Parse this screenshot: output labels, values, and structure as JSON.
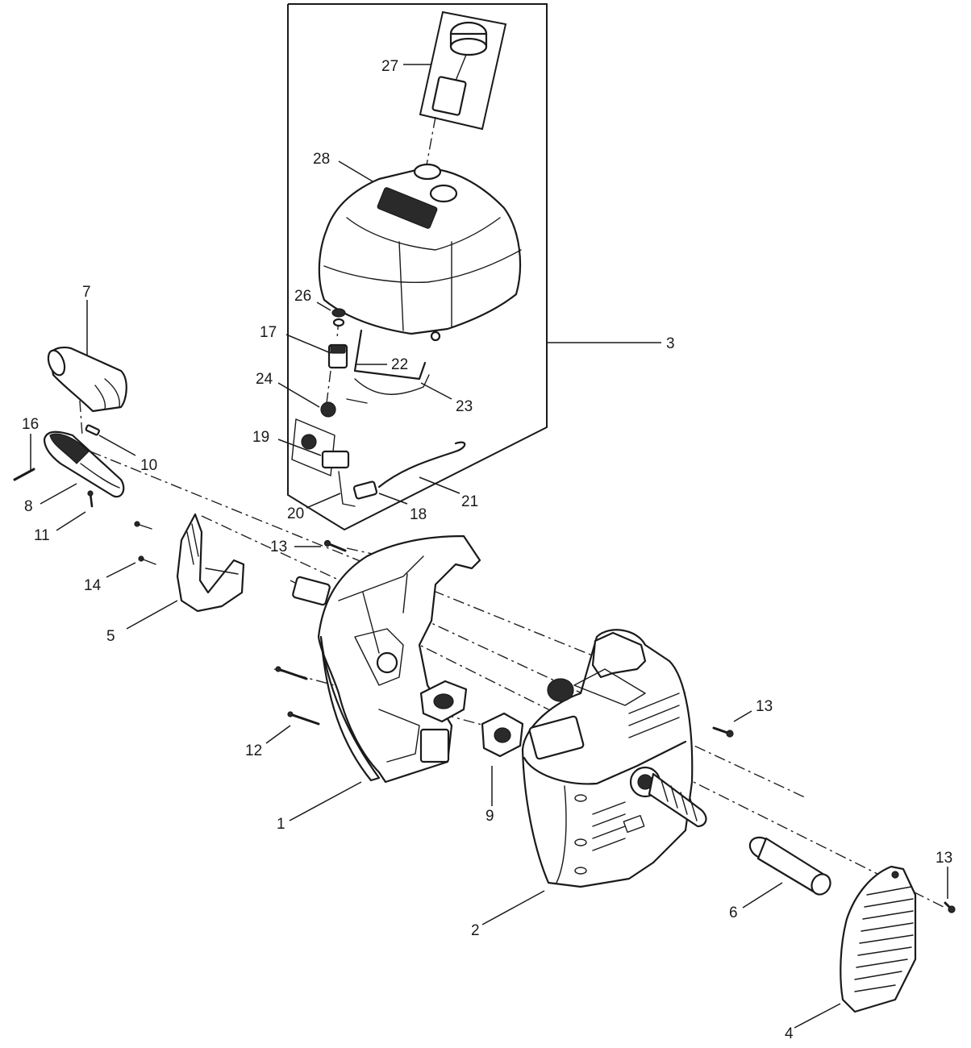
{
  "callouts": {
    "p1": "1",
    "p2": "2",
    "p3": "3",
    "p4": "4",
    "p5": "5",
    "p6": "6",
    "p7": "7",
    "p8": "8",
    "p9": "9",
    "p10": "10",
    "p11": "11",
    "p12": "12",
    "p13a": "13",
    "p13b": "13",
    "p13c": "13",
    "p14": "14",
    "p16": "16",
    "p17": "17",
    "p18": "18",
    "p19": "19",
    "p20": "20",
    "p21": "21",
    "p22": "22",
    "p23": "23",
    "p24": "24",
    "p26": "26",
    "p27": "27",
    "p28": "28"
  }
}
